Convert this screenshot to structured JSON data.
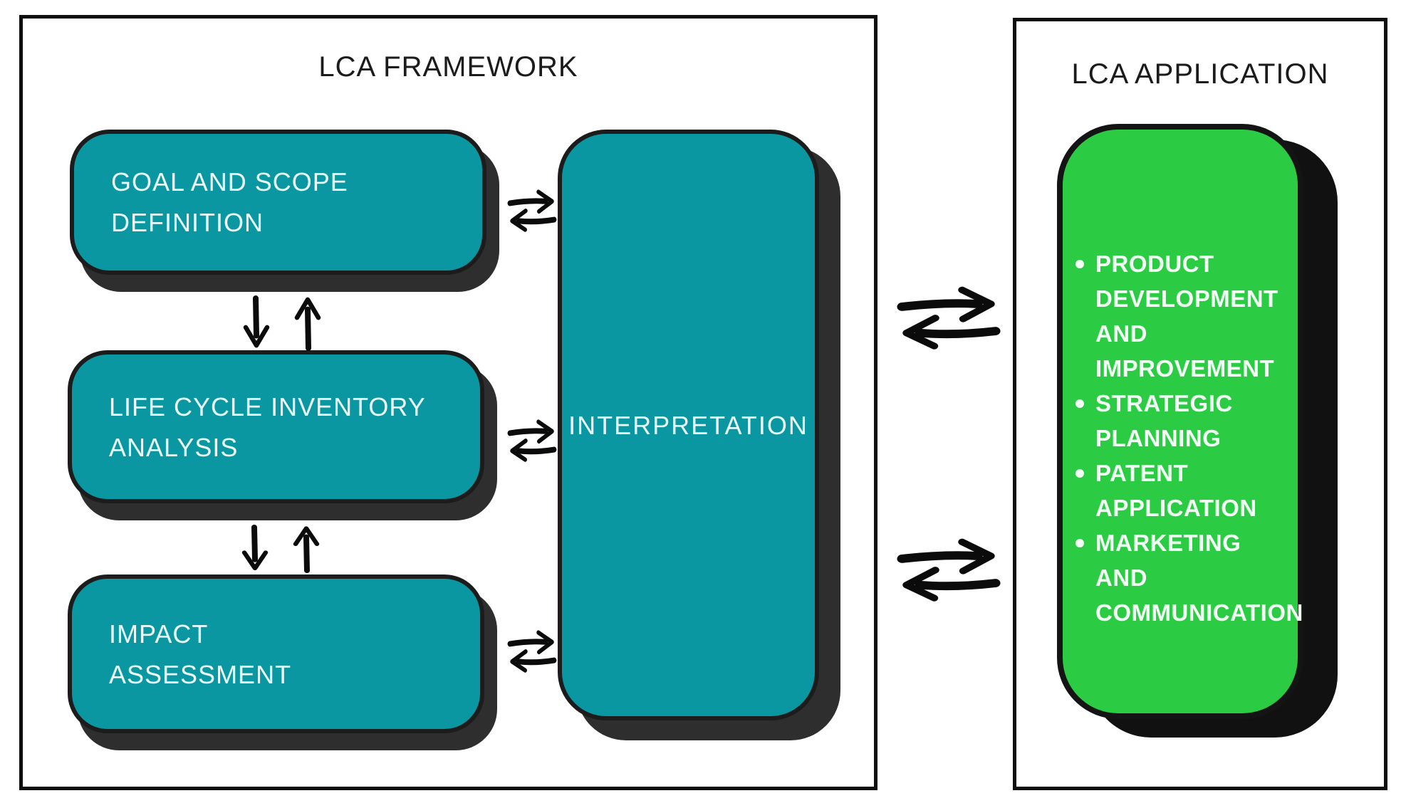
{
  "framework": {
    "title": "LCA FRAMEWORK",
    "goal": {
      "line1": "GOAL AND SCOPE",
      "line2": "DEFINITION"
    },
    "inventory": {
      "line1": "LIFE CYCLE INVENTORY",
      "line2": "ANALYSIS"
    },
    "impact": {
      "line1": "IMPACT",
      "line2": "ASSESSMENT"
    },
    "interpretation": "INTERPRETATION"
  },
  "application": {
    "title": "LCA APPLICATION",
    "items": [
      "PRODUCT DEVELOPMENT AND IMPROVEMENT",
      "STRATEGIC PLANNING",
      "PATENT APPLICATION",
      "MARKETING AND COMMUNICATION"
    ]
  },
  "colors": {
    "teal": "#0b97a1",
    "green": "#2bcc43",
    "box_shadow": "#2e2e2e",
    "green_shadow": "#111111",
    "outline": "#1c1c1c",
    "arrow": "#0b0b0b",
    "title_text": "#1b1b1b",
    "box_text": "#eafcfe",
    "list_text": "#f2fff4",
    "background": "#ffffff"
  }
}
